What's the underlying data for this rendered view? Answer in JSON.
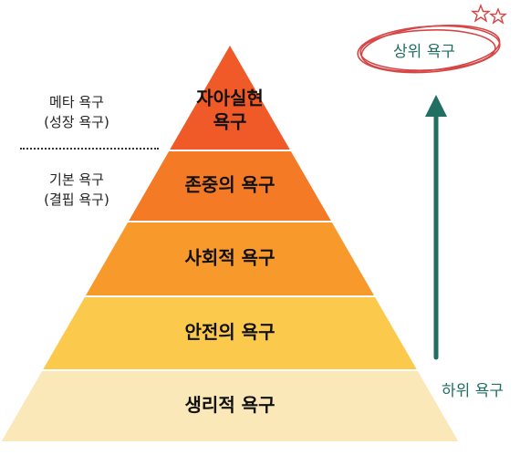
{
  "pyramid": {
    "levels": [
      {
        "label_lines": [
          "자아실현",
          "욕구"
        ],
        "color": "#f05a28"
      },
      {
        "label_lines": [
          "존중의 욕구"
        ],
        "color": "#f47a25"
      },
      {
        "label_lines": [
          "사회적 욕구"
        ],
        "color": "#f89a2b"
      },
      {
        "label_lines": [
          "안전의 욕구"
        ],
        "color": "#fbca4c"
      },
      {
        "label_lines": [
          "생리적 욕구"
        ],
        "color": "#fbe8b8"
      }
    ]
  },
  "side_labels": {
    "meta": {
      "line1": "메타 욕구",
      "line2": "(성장 욕구)"
    },
    "basic": {
      "line1": "기본 욕구",
      "line2": "(결핍 욕구)"
    }
  },
  "arrow": {
    "top_label": "상위 욕구",
    "bottom_label": "하위 욕구",
    "color": "#1f6f62",
    "circle_color": "#d64545"
  }
}
